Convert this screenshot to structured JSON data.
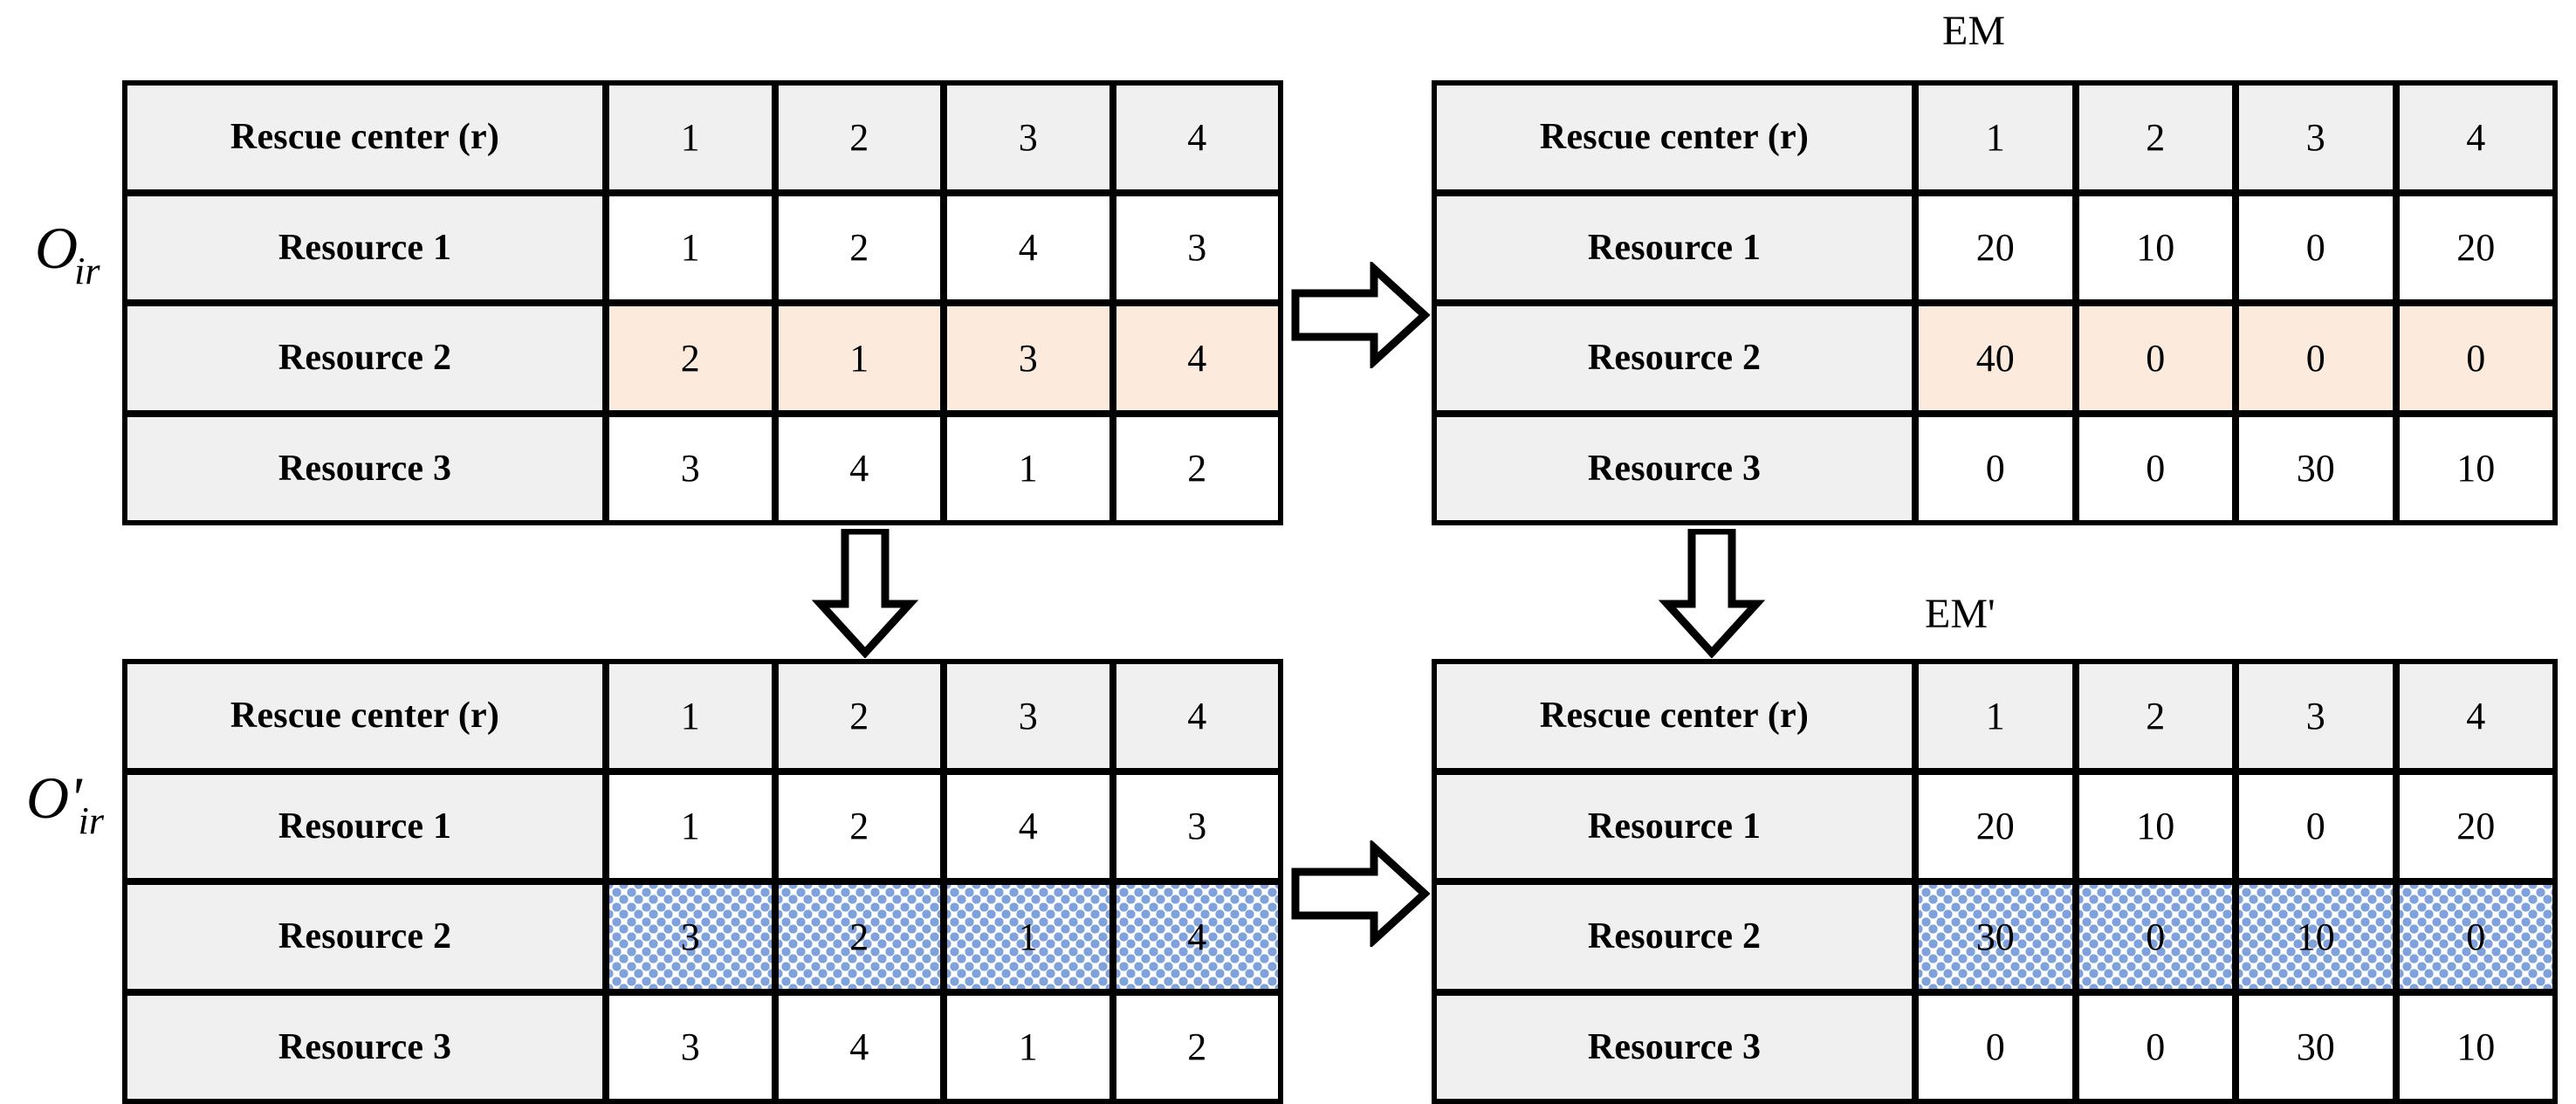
{
  "diagram": {
    "labels": {
      "o_ir": {
        "base": "O",
        "sub": "ir"
      },
      "o_ir_prime": {
        "base": "O",
        "prime": "'",
        "sub": "ir"
      },
      "em": "EM",
      "em_prime": "EM'"
    },
    "colors": {
      "border": "#000000",
      "header_fill": "#f0f0f0",
      "label_fill": "#f0f0f0",
      "cell_fill": "#ffffff",
      "highlight_peach": "#fcebdd",
      "highlight_dots": "#7fa2dd"
    },
    "icons": {
      "arrow_right": "arrow-right-block",
      "arrow_down": "arrow-down-block"
    }
  },
  "tables": {
    "top_left": {
      "name": "O_ir",
      "header": {
        "label": "Rescue center (r)",
        "columns": [
          "1",
          "2",
          "3",
          "4"
        ]
      },
      "rows": [
        {
          "label": "Resource 1",
          "values": [
            "1",
            "2",
            "4",
            "3"
          ],
          "highlight": "none"
        },
        {
          "label": "Resource 2",
          "values": [
            "2",
            "1",
            "3",
            "4"
          ],
          "highlight": "peach"
        },
        {
          "label": "Resource 3",
          "values": [
            "3",
            "4",
            "1",
            "2"
          ],
          "highlight": "none"
        }
      ]
    },
    "top_right": {
      "name": "EM",
      "title": "EM",
      "header": {
        "label": "Rescue center (r)",
        "columns": [
          "1",
          "2",
          "3",
          "4"
        ]
      },
      "rows": [
        {
          "label": "Resource 1",
          "values": [
            "20",
            "10",
            "0",
            "20"
          ],
          "highlight": "none"
        },
        {
          "label": "Resource 2",
          "values": [
            "40",
            "0",
            "0",
            "0"
          ],
          "highlight": "peach"
        },
        {
          "label": "Resource 3",
          "values": [
            "0",
            "0",
            "30",
            "10"
          ],
          "highlight": "none"
        }
      ]
    },
    "bottom_left": {
      "name": "O'_ir",
      "header": {
        "label": "Rescue center (r)",
        "columns": [
          "1",
          "2",
          "3",
          "4"
        ]
      },
      "rows": [
        {
          "label": "Resource 1",
          "values": [
            "1",
            "2",
            "4",
            "3"
          ],
          "highlight": "none"
        },
        {
          "label": "Resource 2",
          "values": [
            "3",
            "2",
            "1",
            "4"
          ],
          "highlight": "dots"
        },
        {
          "label": "Resource 3",
          "values": [
            "3",
            "4",
            "1",
            "2"
          ],
          "highlight": "none"
        }
      ]
    },
    "bottom_right": {
      "name": "EM'",
      "title": "EM'",
      "header": {
        "label": "Rescue center (r)",
        "columns": [
          "1",
          "2",
          "3",
          "4"
        ]
      },
      "rows": [
        {
          "label": "Resource 1",
          "values": [
            "20",
            "10",
            "0",
            "20"
          ],
          "highlight": "none"
        },
        {
          "label": "Resource 2",
          "values": [
            "30",
            "0",
            "10",
            "0"
          ],
          "highlight": "dots"
        },
        {
          "label": "Resource 3",
          "values": [
            "0",
            "0",
            "30",
            "10"
          ],
          "highlight": "none"
        }
      ]
    }
  }
}
